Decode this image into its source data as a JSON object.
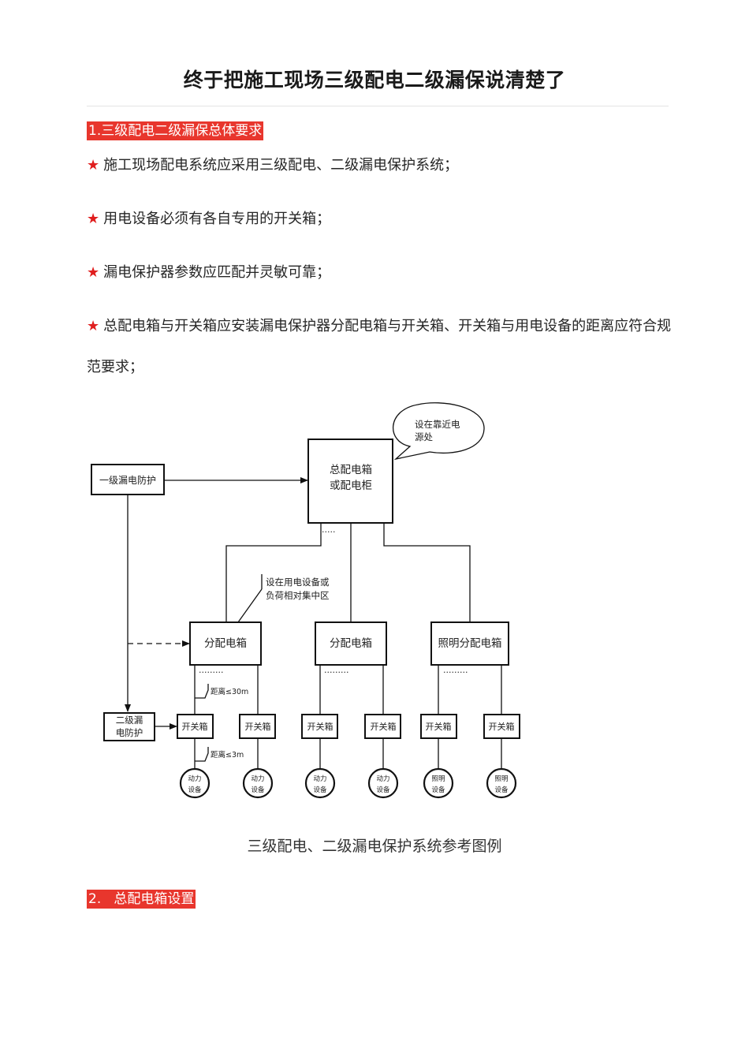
{
  "title": "终于把施工现场三级配电二级漏保说清楚了",
  "section1": {
    "heading": "1.三级配电二级漏保总体要求"
  },
  "bullets": [
    {
      "star": "★",
      "text": "施工现场配电系统应采用三级配电、二级漏电保护系统；"
    },
    {
      "star": "★",
      "text": "用电设备必须有各自专用的开关箱；"
    },
    {
      "star": "★",
      "text": "漏电保护器参数应匹配并灵敏可靠；"
    },
    {
      "star": "★",
      "text": "总配电箱与开关箱应安装漏电保护器分配电箱与开关箱、开关箱与用电设备的距离应符合规范要求；"
    }
  ],
  "diagram": {
    "bubble": [
      "设在靠近电",
      "源处"
    ],
    "main_box": [
      "总配电箱",
      "或配电柜"
    ],
    "level1": "一级漏电防护",
    "level2": [
      "二级漏",
      "电防护"
    ],
    "dist_note": [
      "设在用电设备或",
      "负荷相对集中区"
    ],
    "dist_boxes": [
      "分配电箱",
      "分配电箱",
      "照明分配电箱"
    ],
    "switch_box": "开关箱",
    "dist_30": "距离≤30m",
    "dist_3": "距离≤3m",
    "power_device": [
      "动力",
      "设备"
    ],
    "light_device": [
      "照明",
      "设备"
    ],
    "dots": "·········",
    "dots_short": "·····"
  },
  "caption": "三级配电、二级漏电保护系统参考图例",
  "section2": {
    "heading": "2.   总配电箱设置"
  }
}
